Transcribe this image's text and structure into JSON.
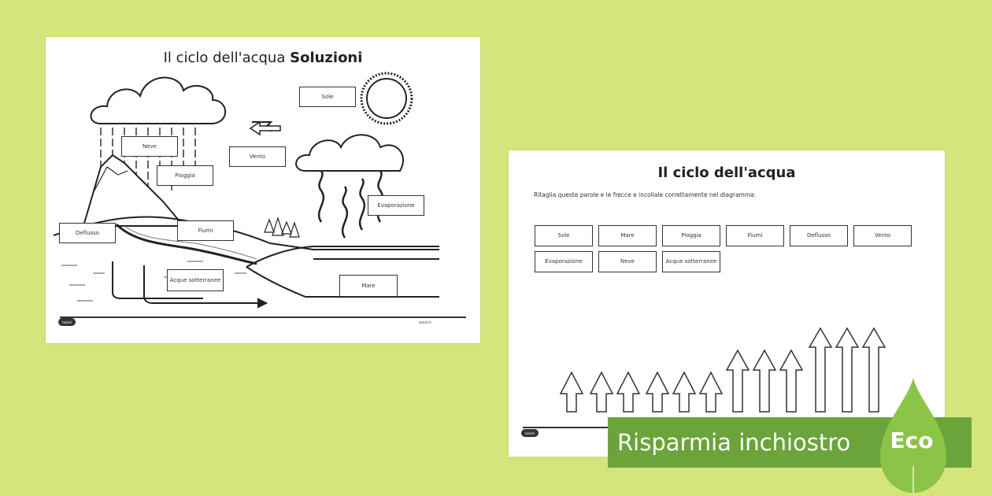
{
  "sheet1": {
    "title_plain": "Il ciclo dell'acqua",
    "title_bold": "Soluzioni",
    "labels": {
      "sole": "Sole",
      "neve": "Neve",
      "vento": "Vento",
      "pioggia": "Pioggia",
      "evaporazione": "Evaporazione",
      "deflusso": "Deflusso",
      "fiumi": "Fiumi",
      "acque_sotterranee": "Acque sotterranee",
      "mare": "Mare"
    },
    "logo": "twinkl",
    "footer_right": "twinkl.it"
  },
  "sheet2": {
    "title": "Il ciclo dell'acqua",
    "instruction": "Ritaglia queste parole e le frecce e incollale correttamente nel diagramma:",
    "words": [
      "Sole",
      "Mare",
      "Pioggia",
      "Fiumi",
      "Deflusso",
      "Vento",
      "Evaporazione",
      "Neve",
      "Acque sotterranee"
    ],
    "logo": "twinkl"
  },
  "banner": {
    "text": "Risparmia inchiostro",
    "badge": "Eco",
    "color": "#6aa43a"
  },
  "colors": {
    "background": "#d6e47c",
    "sheet": "#ffffff",
    "drop": "#8cc447"
  }
}
